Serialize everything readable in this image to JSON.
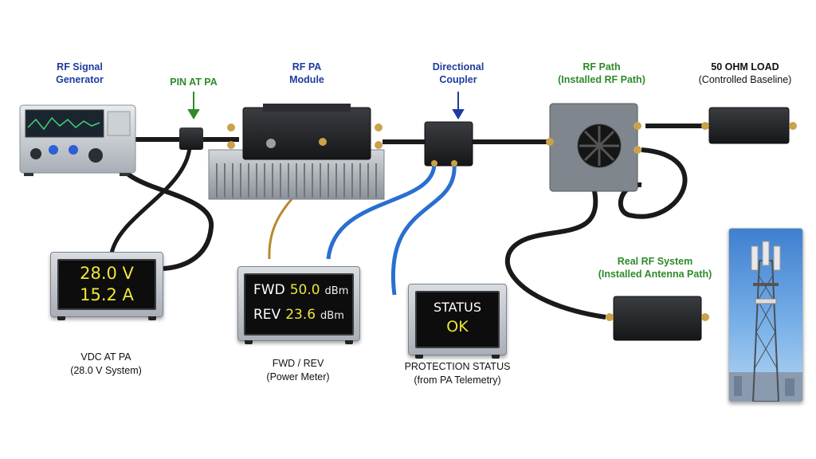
{
  "labels": {
    "rf_signal_generator": [
      "RF Signal",
      "Generator"
    ],
    "pin_at_pa": "PIN AT PA",
    "rf_pa_module": [
      "RF PA",
      "Module"
    ],
    "directional_coupler": [
      "Directional",
      "Coupler"
    ],
    "rf_path": [
      "RF Path",
      "(Installed RF Path)"
    ],
    "ohm_load": [
      "50 OHM LOAD",
      "(Controlled Baseline)"
    ],
    "real_rf_system": [
      "Real RF System",
      "(Installed Antenna Path)"
    ]
  },
  "vdc_meter": {
    "voltage": "28.0 V",
    "current": "15.2 A",
    "caption": [
      "VDC AT PA",
      "(28.0 V System)"
    ]
  },
  "power_meter": {
    "fwd_label": "FWD",
    "fwd_value": "50.0",
    "fwd_unit": "dBm",
    "rev_label": "REV",
    "rev_value": "23.6",
    "rev_unit": "dBm",
    "caption": [
      "FWD / REV",
      "(Power Meter)"
    ]
  },
  "protection": {
    "title": "STATUS",
    "value": "OK",
    "caption": [
      "PROTECTION STATUS",
      "(from PA Telemetry)"
    ]
  },
  "colors": {
    "label_blue": "#1f3c9c",
    "label_green": "#2f8a2a",
    "readout_yellow": "#f0e43a",
    "coax_blue": "#2a6fd0",
    "coax_gold": "#b8892e",
    "cable_black": "#1a1a1a"
  }
}
